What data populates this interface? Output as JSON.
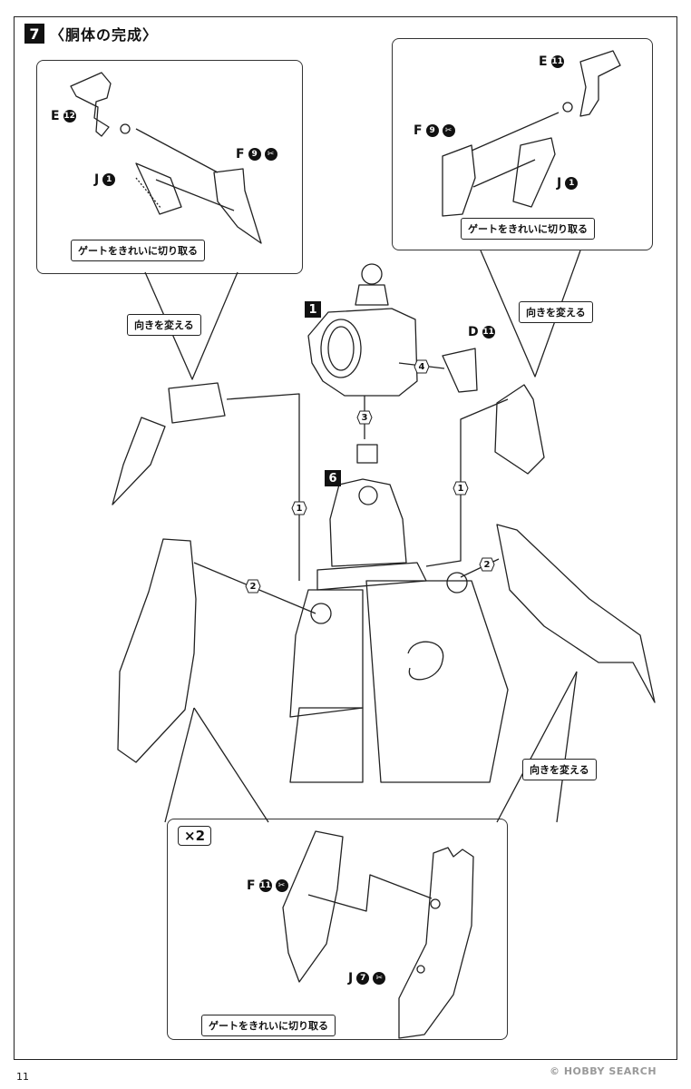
{
  "step": {
    "number": "7",
    "title": "〈胴体の完成〉"
  },
  "labels": {
    "gate_cut": "ゲートをきれいに切り取る",
    "change_direction": "向きを変える",
    "times_two": "×2"
  },
  "parts": {
    "left_e": {
      "letter": "E",
      "num": "12"
    },
    "left_f": {
      "letter": "F",
      "num": "9",
      "icon": "nipper-icon"
    },
    "left_j": {
      "letter": "J",
      "num": "1"
    },
    "right_e": {
      "letter": "E",
      "num": "11"
    },
    "right_f": {
      "letter": "F",
      "num": "9",
      "icon": "nipper-icon"
    },
    "right_j": {
      "letter": "J",
      "num": "1"
    },
    "center_d": {
      "letter": "D",
      "num": "11"
    },
    "bottom_f": {
      "letter": "F",
      "num": "11",
      "icon": "nipper-icon"
    },
    "bottom_j": {
      "letter": "J",
      "num": "7",
      "icon": "nipper-icon"
    }
  },
  "sub_steps": {
    "one": "1",
    "six": "6"
  },
  "order_markers": [
    "1",
    "2",
    "3",
    "4"
  ],
  "footer": {
    "page_number": "11",
    "watermark": "© HOBBY SEARCH"
  }
}
